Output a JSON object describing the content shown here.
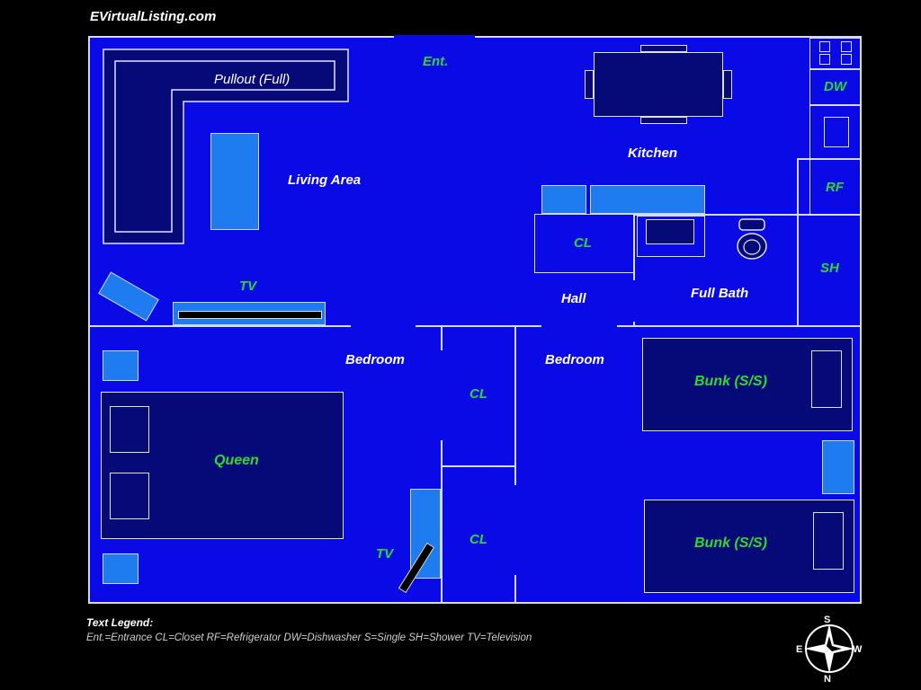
{
  "brand": "EVirtualListing.com",
  "labels": {
    "entrance": "Ent.",
    "pullout": "Pullout (Full)",
    "living": "Living Area",
    "kitchen": "Kitchen",
    "dw": "DW",
    "rf": "RF",
    "cl_hall": "CL",
    "hall": "Hall",
    "full_bath": "Full Bath",
    "sh": "SH",
    "tv_living": "TV",
    "bedroom_left": "Bedroom",
    "cl_top": "CL",
    "bedroom_right": "Bedroom",
    "bunk_top": "Bunk (S/S)",
    "queen": "Queen",
    "cl_bottom": "CL",
    "tv_bedroom": "TV",
    "bunk_bottom": "Bunk (S/S)"
  },
  "legend": {
    "title": "Text Legend:",
    "body": "Ent.=Entrance CL=Closet RF=Refrigerator DW=Dishwasher S=Single SH=Shower  TV=Television"
  },
  "compass": {
    "n": "N",
    "s": "S",
    "e": "E",
    "w": "W"
  },
  "colors": {
    "floor": "#0a0ae6",
    "furniture_dark": "#060a78",
    "furniture_light": "#1e7cf0",
    "green_label": "#2fd82f"
  }
}
